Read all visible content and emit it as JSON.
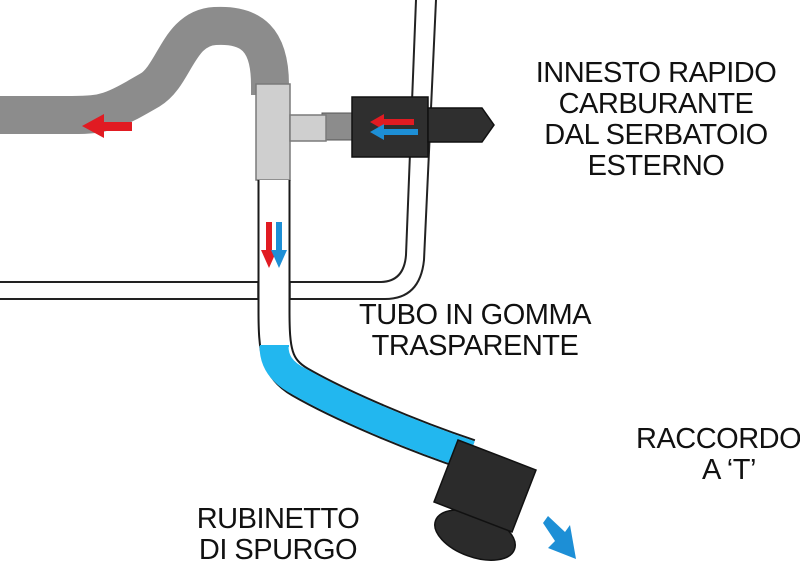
{
  "labels": {
    "innesto": [
      "INNESTO RAPIDO",
      "CARBURANTE",
      "DAL SERBATOIO",
      "ESTERNO"
    ],
    "tubo": [
      "TUBO IN GOMMA",
      "TRASPARENTE"
    ],
    "raccordo": [
      "RACCORDO",
      "A ‘T’"
    ],
    "rubinetto": [
      "RUBINETTO",
      "DI SPURGO"
    ]
  },
  "colors": {
    "grey_hose": "#8c8c8c",
    "tee_fitting": "#cfcfcf",
    "connector": "#2f2f2f",
    "fuel": "#22b7ef",
    "arrow_red": "#e11b22",
    "arrow_blue": "#1d8fd6",
    "tap": "#2b2b2b"
  },
  "icons": {
    "flow_arrows": "arrow-icon",
    "drain_arrow": "drain-arrow-icon"
  }
}
